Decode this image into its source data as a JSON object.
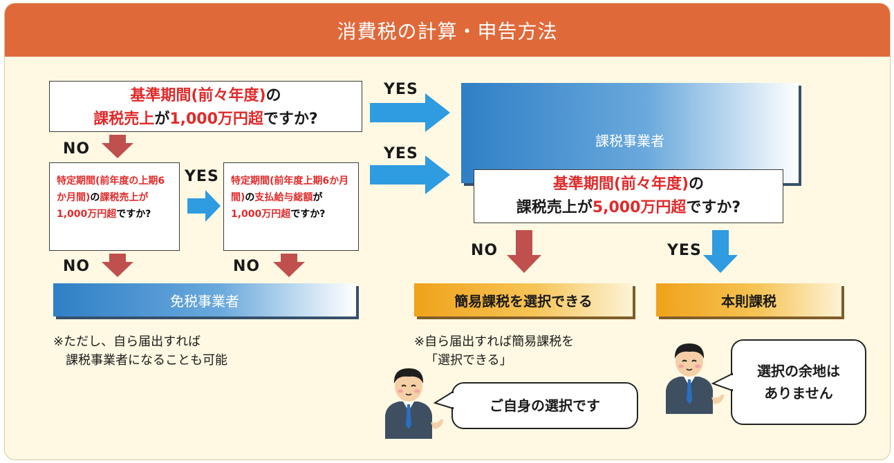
{
  "title": "消費税の計算・申告方法",
  "q1": {
    "pre": "基準期間(前々年度)",
    "mid1": "の",
    "red2": "課税売上",
    "mid2": "が",
    "red3": "1,000万円超",
    "post": "ですか?"
  },
  "q2": {
    "red1": "特定期間(前年度の上期6か月間)",
    "mid1": "の",
    "red2": "課税売上が1,000万円超",
    "post": "ですか?"
  },
  "q3": {
    "red1": "特定期間(前年度上期6か月間)",
    "mid1": "の",
    "red2": "支払給与総額",
    "mid2": "が",
    "red3": "1,000万円超",
    "post": "ですか?"
  },
  "q4": {
    "red1": "基準期間(前々年度)",
    "mid1": "の",
    "black2": "課税売上",
    "mid2": "が",
    "red3": "5,000万円超",
    "post": "ですか?"
  },
  "labels": {
    "yes": "YES",
    "no": "NO"
  },
  "panels": {
    "taxable": "課税事業者",
    "exempt": "免税事業者",
    "simplified": "簡易課税を選択できる",
    "general": "本則課税"
  },
  "notes": {
    "exempt_line1": "※ただし、自ら届出すれば",
    "exempt_line2": "課税事業者になることも可能",
    "simplified_line1": "※自ら届出すれば簡易課税を",
    "simplified_line2": "「選択できる」"
  },
  "bubbles": {
    "choice": "ご自身の選択です",
    "nochoice_line1": "選択の余地は",
    "nochoice_line2": "ありません"
  },
  "colors": {
    "header": "#e0693a",
    "red_arrow": "#c0504d",
    "blue_arrow": "#2f9be0",
    "accent_red": "#e02a2a"
  }
}
